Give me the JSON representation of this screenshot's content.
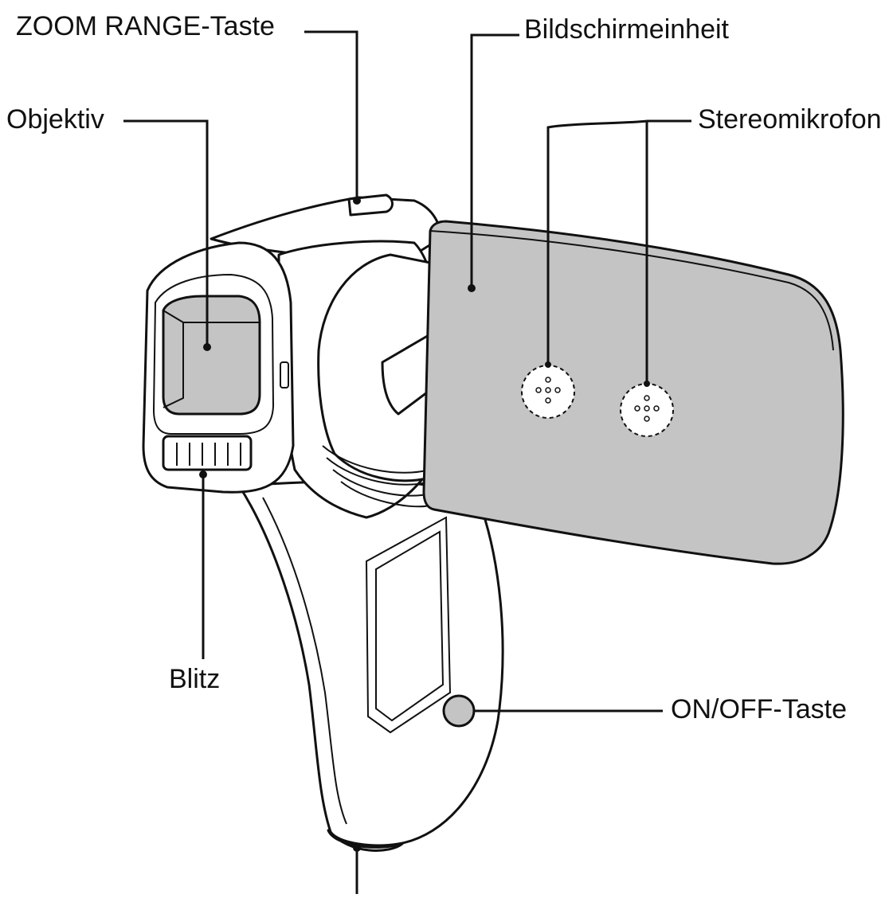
{
  "diagram": {
    "labels": {
      "zoom_range": "ZOOM RANGE-Taste",
      "screen_unit": "Bildschirmeinheit",
      "lens": "Objektiv",
      "stereo_mic": "Stereomikrofon",
      "flash": "Blitz",
      "power": "ON/OFF-Taste"
    },
    "colors": {
      "outline": "#111111",
      "panel_gray": "#c4c4c4",
      "background": "#ffffff"
    }
  }
}
